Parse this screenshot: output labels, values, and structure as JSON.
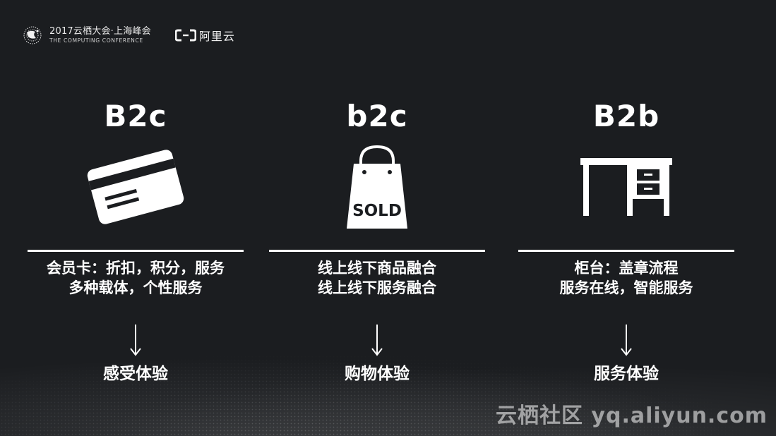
{
  "header": {
    "conference_title": "2017云栖大会·上海峰会",
    "conference_subtitle": "THE COMPUTING CONFERENCE",
    "brand_name": "阿里云",
    "logo_icon": "globe-dots-icon",
    "brand_icon": "aliyun-bracket-icon"
  },
  "columns": [
    {
      "title": "B2c",
      "icon": "credit-card-icon",
      "desc_line1": "会员卡：折扣，积分，服务",
      "desc_line2": "多种载体，个性服务",
      "arrow_icon": "arrow-down-icon",
      "result": "感受体验"
    },
    {
      "title": "b2c",
      "icon": "shopping-bag-icon",
      "icon_label": "SOLD",
      "desc_line1": "线上线下商品融合",
      "desc_line2": "线上线下服务融合",
      "arrow_icon": "arrow-down-icon",
      "result": "购物体验"
    },
    {
      "title": "B2b",
      "icon": "desk-icon",
      "desc_line1": "柜台：盖章流程",
      "desc_line2": "服务在线，智能服务",
      "arrow_icon": "arrow-down-icon",
      "result": "服务体验"
    }
  ],
  "watermark": "云栖社区 yq.aliyun.com",
  "colors": {
    "background": "#1b1d20",
    "foreground": "#ffffff"
  }
}
